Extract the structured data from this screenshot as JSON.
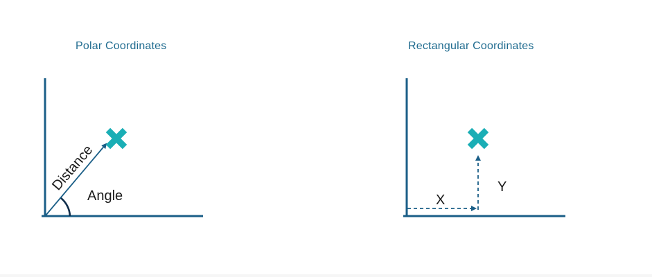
{
  "polar": {
    "title": "Polar Coordinates",
    "distance_label": "Distance",
    "angle_label": "Angle"
  },
  "rectangular": {
    "title": "Rectangular Coordinates",
    "x_label": "X",
    "y_label": "Y"
  },
  "colors": {
    "axis": "#1a5e87",
    "marker": "#1aaeb5",
    "title": "#1f6b8f",
    "angle_arc": "#0f2d4a",
    "text": "#1a1a1a"
  },
  "icons": {
    "point_marker": "x-cross-icon"
  }
}
